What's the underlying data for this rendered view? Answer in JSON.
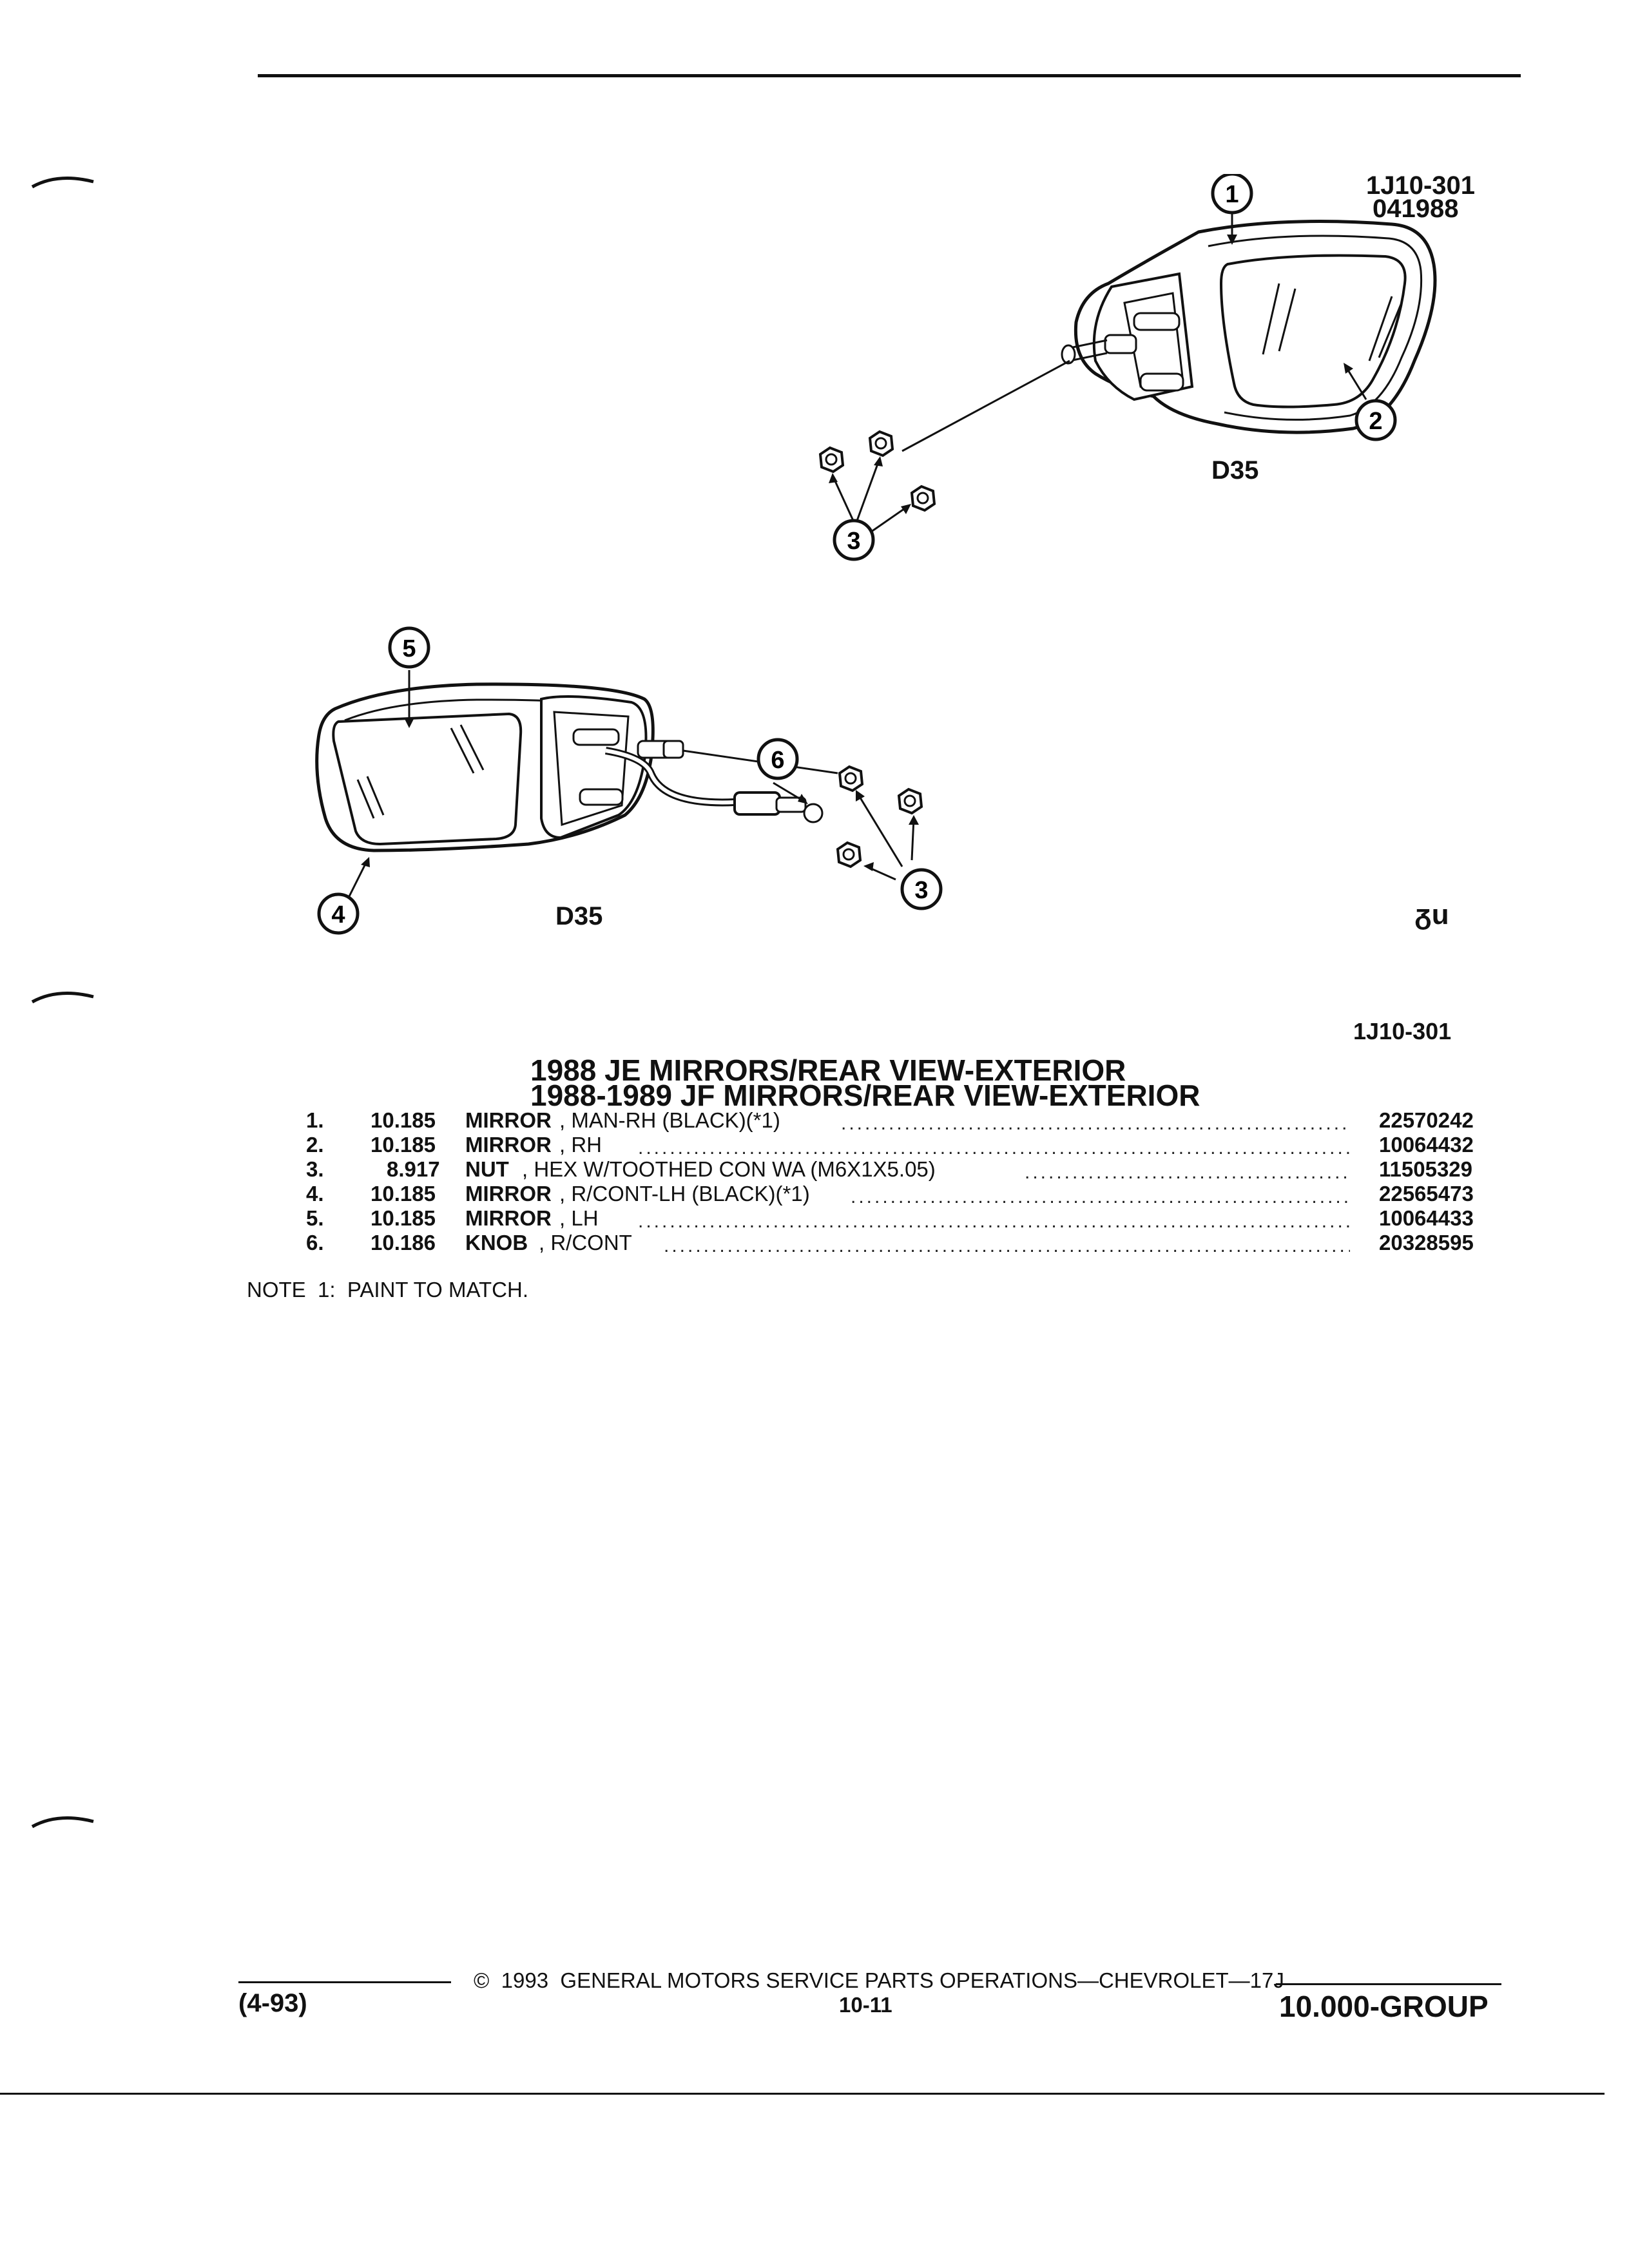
{
  "top_figure": {
    "code": "1J10-301",
    "date": "041988",
    "label": "D35",
    "callouts": [
      "1",
      "2",
      "3"
    ]
  },
  "bottom_figure": {
    "label": "D35",
    "callouts": [
      "5",
      "6",
      "3",
      "4"
    ],
    "symbol": "ᵹu"
  },
  "section_code": "1J10-301",
  "titles": [
    "1988 JE MIRRORS/REAR VIEW-EXTERIOR",
    "1988-1989 JF MIRRORS/REAR VIEW-EXTERIOR"
  ],
  "parts": [
    {
      "num": "1.",
      "group": "10.185",
      "name": "MIRROR",
      "desc": ", MAN-RH (BLACK)(*1)",
      "part": "22570242"
    },
    {
      "num": "2.",
      "group": "10.185",
      "name": "MIRROR",
      "desc": ", RH",
      "part": "10064432"
    },
    {
      "num": "3.",
      "group": "8.917",
      "name": "NUT",
      "desc": ", HEX W/TOOTHED CON WA (M6X1X5.05)",
      "part": "11505329"
    },
    {
      "num": "4.",
      "group": "10.185",
      "name": "MIRROR",
      "desc": ", R/CONT-LH (BLACK)(*1)",
      "part": "22565473"
    },
    {
      "num": "5.",
      "group": "10.185",
      "name": "MIRROR",
      "desc": ", LH",
      "part": "10064433"
    },
    {
      "num": "6.",
      "group": "10.186",
      "name": "KNOB",
      "desc": ", R/CONT",
      "part": "20328595"
    }
  ],
  "note": "NOTE  1:  PAINT TO MATCH.",
  "footer": {
    "date": "(4-93)",
    "copyright": "©  1993  GENERAL MOTORS SERVICE PARTS OPERATIONS—CHEVROLET—17J",
    "page": "10-11",
    "group": "10.000-GROUP"
  }
}
